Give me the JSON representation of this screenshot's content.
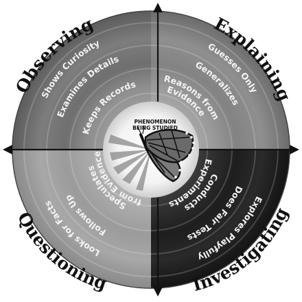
{
  "corner_labels": {
    "observing": "Observing",
    "explaining": "Explaining",
    "questioning": "Questioning",
    "investigating": "Investigating"
  },
  "center": {
    "line1": "PHENOMENON",
    "line2": "BEING STUDIED",
    "image": "monarch-butterfly-icon"
  },
  "quadrants": {
    "observing": {
      "color": "#7b7b7b",
      "labels": [
        "Shows Curiosity",
        "Examines Details",
        "Keeps Records"
      ]
    },
    "explaining": {
      "color": "#8e8e8e",
      "labels": [
        "Guesses Only",
        "Generalizes",
        "Reasons from",
        "Evidence"
      ]
    },
    "questioning": {
      "color": "#a9a9a9",
      "labels": [
        "Looks for Facts",
        "Follows Up",
        "Speculates",
        "from Evidence"
      ]
    },
    "investigating": {
      "color": "#262626",
      "labels": [
        "Explores Playfully",
        "Does Fair Tests",
        "Conducts",
        "Experiments"
      ]
    }
  },
  "colors": {
    "arrow": "#111111",
    "ring_text": "#f4f4f4",
    "background": "#ffffff"
  }
}
